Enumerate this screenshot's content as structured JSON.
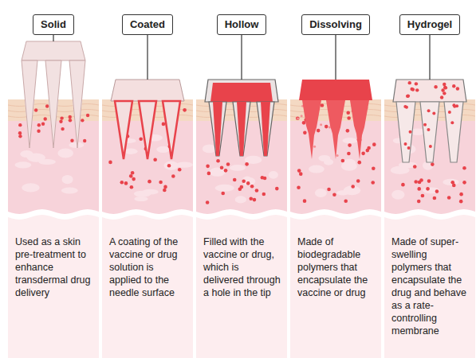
{
  "diagram": {
    "nodes": [
      {
        "text": [
          "Solid"
        ]
      },
      {
        "text": [
          "Used as a skin pre-treatment to enhance transdermal drug delivery"
        ]
      },
      {
        "text": [
          "Coated"
        ]
      },
      {
        "text": [
          "A coating of the vaccine or drug solution is applied to the needle surface"
        ]
      },
      {
        "text": [
          "Hollow"
        ]
      },
      {
        "text": [
          "Filled with the vaccine or drug, which is delivered through a hole in the tip"
        ]
      },
      {
        "text": [
          "Dissolving"
        ]
      },
      {
        "text": [
          "Made of biodegradable polymers that encapsulate the vaccine or drug"
        ]
      },
      {
        "text": [
          "Hydrogel"
        ]
      },
      {
        "text": [
          "Made of super-swelling polymers that encapsulate the drug and behave as a rate-controlling membrane"
        ]
      }
    ]
  }
}
